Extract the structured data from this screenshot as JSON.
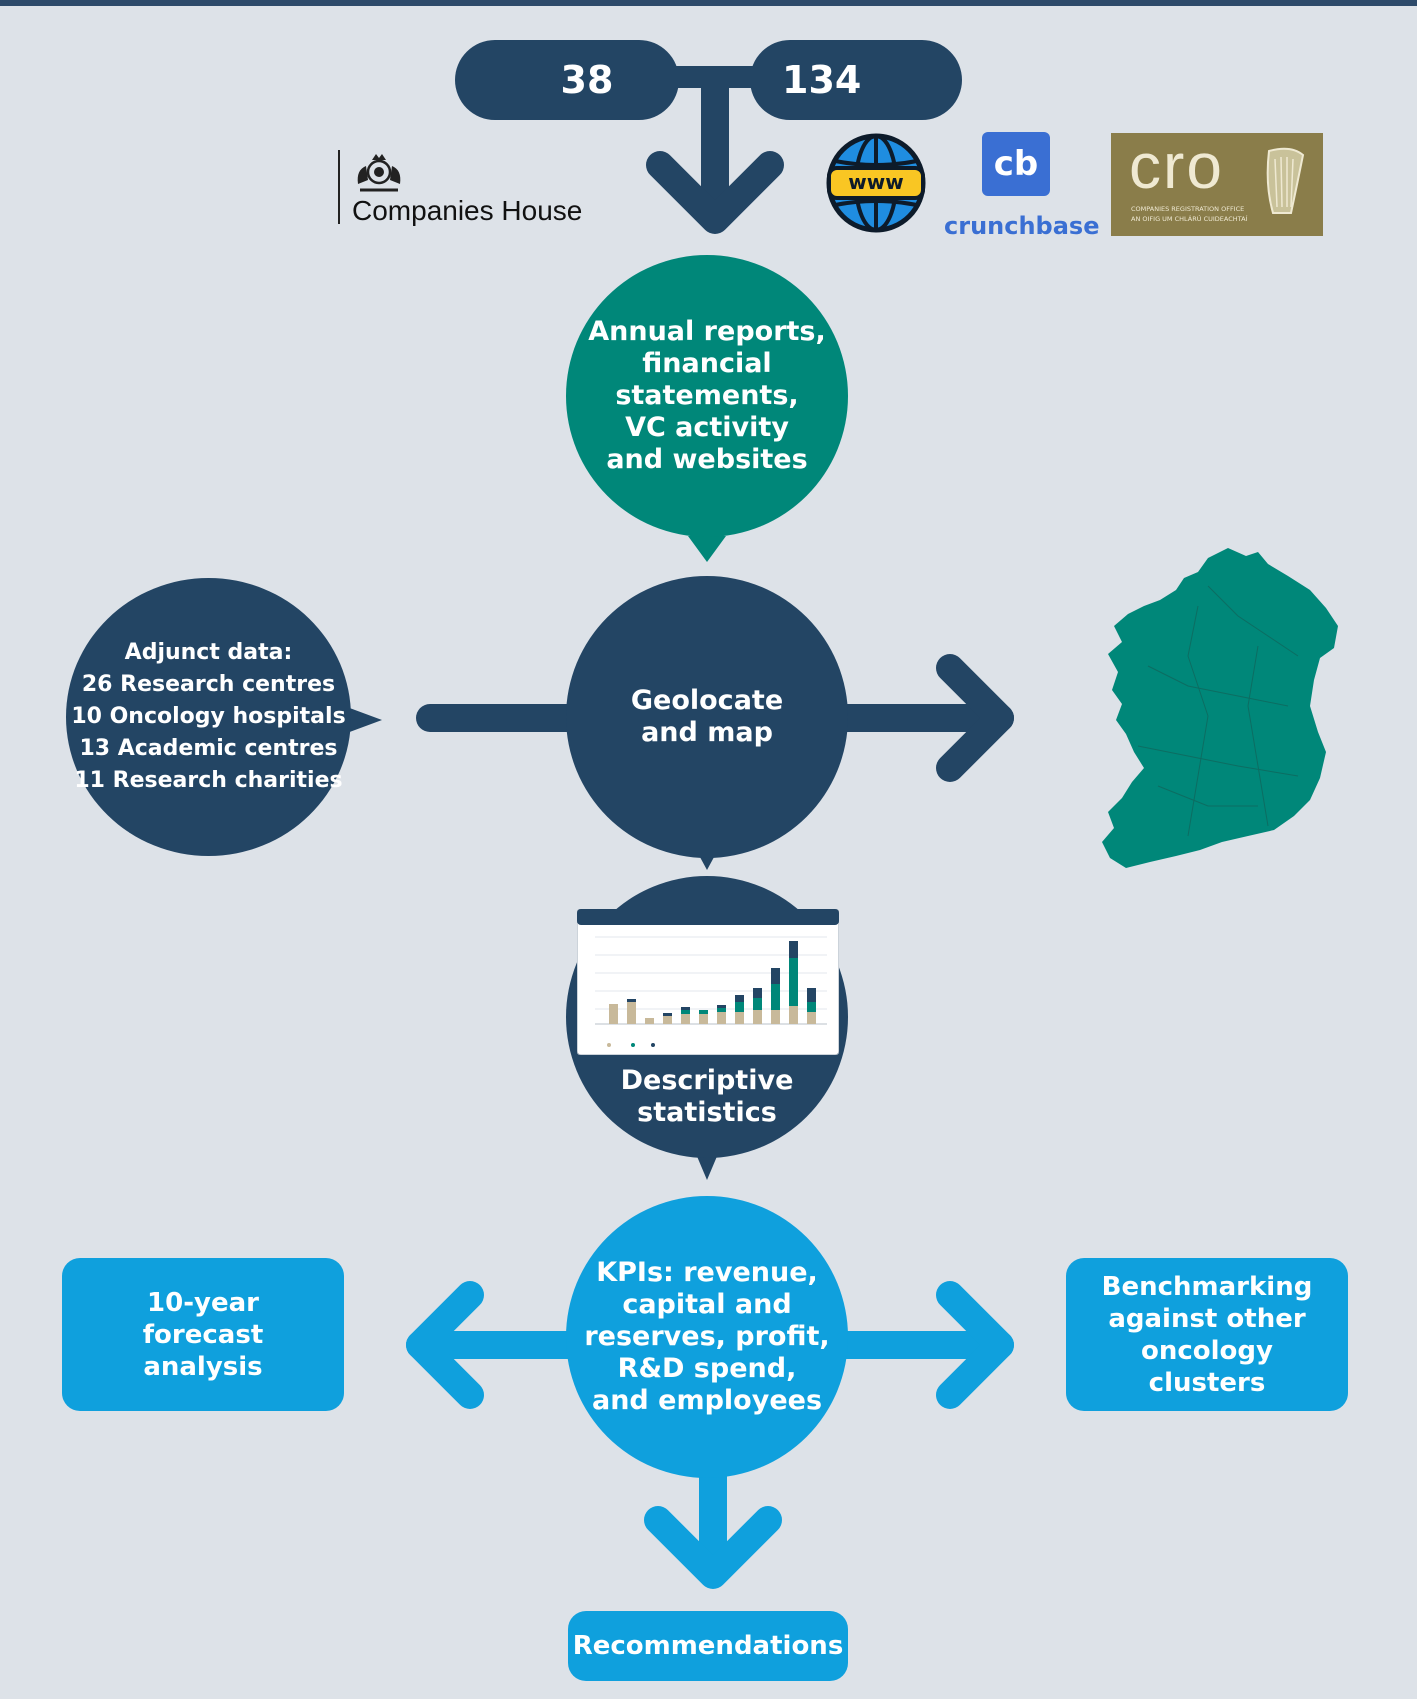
{
  "top": {
    "count_a": "38",
    "count_b": "134"
  },
  "sources": {
    "companies_house": "Companies House",
    "www": "www",
    "crunchbase_mark": "cb",
    "crunchbase_name": "crunchbase",
    "cro_mark": "cro",
    "cro_line1": "COMPANIES REGISTRATION OFFICE",
    "cro_line2": "AN OIFIG UM CHLÁRÚ CUIDEACHTAÍ"
  },
  "nodes": {
    "annual": [
      "Annual reports,",
      "financial",
      "statements,",
      "VC activity",
      "and websites"
    ],
    "adjunct": [
      "Adjunct data:",
      "26 Research centres",
      "10 Oncology hospitals",
      "13 Academic centres",
      "11 Research charities"
    ],
    "geolocate": [
      "Geolocate",
      "and map"
    ],
    "descriptive": [
      "Descriptive",
      "statistics"
    ],
    "kpis": [
      "KPIs: revenue,",
      "capital and",
      "reserves, profit,",
      "R&D spend,",
      "and employees"
    ],
    "forecast": [
      "10-year",
      "forecast",
      "analysis"
    ],
    "benchmark": [
      "Benchmarking",
      "against other",
      "oncology",
      "clusters"
    ],
    "recommendations": "Recommendations"
  },
  "colors": {
    "navy": "#234564",
    "teal": "#008779",
    "blue": "#0fa0dd",
    "background": "#dde2e8"
  },
  "icons": [
    "royal-crest-icon",
    "globe-www-icon",
    "ireland-map-icon",
    "chart-thumbnail-icon"
  ]
}
